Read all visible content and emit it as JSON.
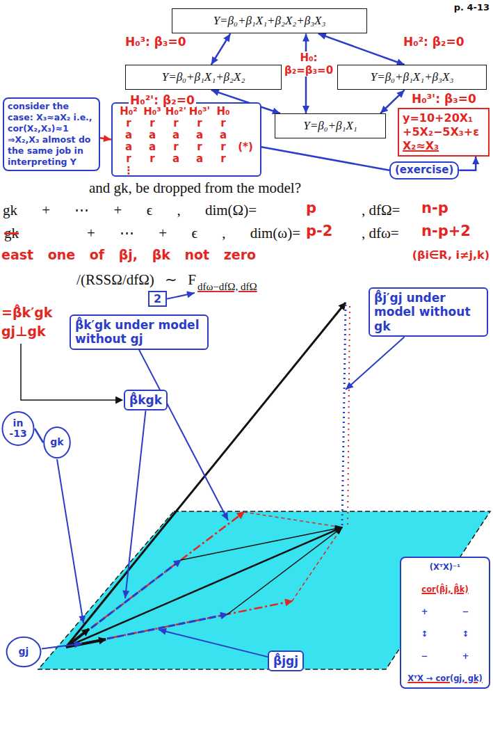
{
  "diagram": {
    "nodes": [
      {
        "text": [
          "Y=β₀+β₁X₁+β₂X₂+β₃X₃"
        ]
      },
      {
        "text": [
          "Y=β₀+β₁X₁+β₂X₂"
        ]
      },
      {
        "text": [
          "Y=β₀+β₁X₁+β₃X₃"
        ]
      },
      {
        "text": [
          "Y=β₀+β₁X₁"
        ]
      },
      {
        "text": [
          "consider the case: X₃≈aX₂ i.e., cor(X₂,X₃)≈1 ⇒X₂,X₃ almost do the same job in interpreting Y"
        ]
      },
      {
        "text": [
          "H₀²",
          "H₀³",
          "H₀²'",
          "H₀³'",
          "H₀",
          "r",
          "r",
          "r",
          "r",
          "r",
          "a",
          "a",
          "a",
          "a",
          "a",
          "a",
          "a",
          "r",
          "r",
          "r",
          "(*)",
          "r",
          "r",
          "a",
          "a",
          "r",
          "⋮"
        ]
      },
      {
        "text": [
          "y=10+20X₁ +5X₂−5X₃+ε",
          "X₂≈X₃"
        ]
      },
      {
        "text": [
          "(exercise)"
        ]
      },
      {
        "text": [
          "2"
        ]
      },
      {
        "text": [
          "β̂k′gk under model without gj"
        ]
      },
      {
        "text": [
          "β̂j′gj under model without gk"
        ]
      },
      {
        "text": [
          "β̂kgk"
        ]
      },
      {
        "text": [
          "in -13"
        ]
      },
      {
        "text": [
          "gk"
        ]
      },
      {
        "text": [
          "gj"
        ]
      },
      {
        "text": [
          "β̂jgj"
        ]
      },
      {
        "text": [
          "(XᵀX)⁻¹",
          "cor(β̂j, β̂k)",
          "+",
          "−",
          "↕",
          "↕",
          "−",
          "+",
          "XᵀX → cor(gj, gk)"
        ]
      }
    ],
    "edges": [
      {
        "from": 0,
        "to": 1,
        "arrow": "both",
        "label": "H₀³: β₃=0"
      },
      {
        "from": 0,
        "to": 2,
        "arrow": "both",
        "label": "H₀²: β₂=0"
      },
      {
        "from": 0,
        "to": 3,
        "arrow": "both",
        "label": "H₀: β₂=β₃=0"
      },
      {
        "from": 1,
        "to": 3,
        "arrow": "both",
        "label": "H₀²': β₂=0"
      },
      {
        "from": 2,
        "to": 3,
        "arrow": "both",
        "label": "H₀³': β₃=0"
      },
      {
        "from": 4,
        "to": 5,
        "arrow": "to"
      },
      {
        "from": 5,
        "to": 7,
        "arrow": "none"
      },
      {
        "from": 7,
        "to": 6,
        "arrow": "to"
      },
      {
        "from": 12,
        "to": 13,
        "arrow": "none"
      }
    ],
    "labels": [
      "p. 4-13",
      "and gk, be dropped from the model?",
      "gk + ⋯ + ϵ , dim(Ω)=",
      "p",
      ", dfΩ=",
      "n-p",
      "gk",
      "+ ⋯ + ϵ , dim(ω)=",
      "p-2",
      ", dfω=",
      "n-p+2",
      "east one of βj, βk not zero",
      "(βi∈R, i≠j,k)",
      "/(RSSΩ/dfΩ) ∼ F",
      "dfω−dfΩ, dfΩ",
      "=β̂k′gk",
      "gj⊥gk"
    ]
  }
}
